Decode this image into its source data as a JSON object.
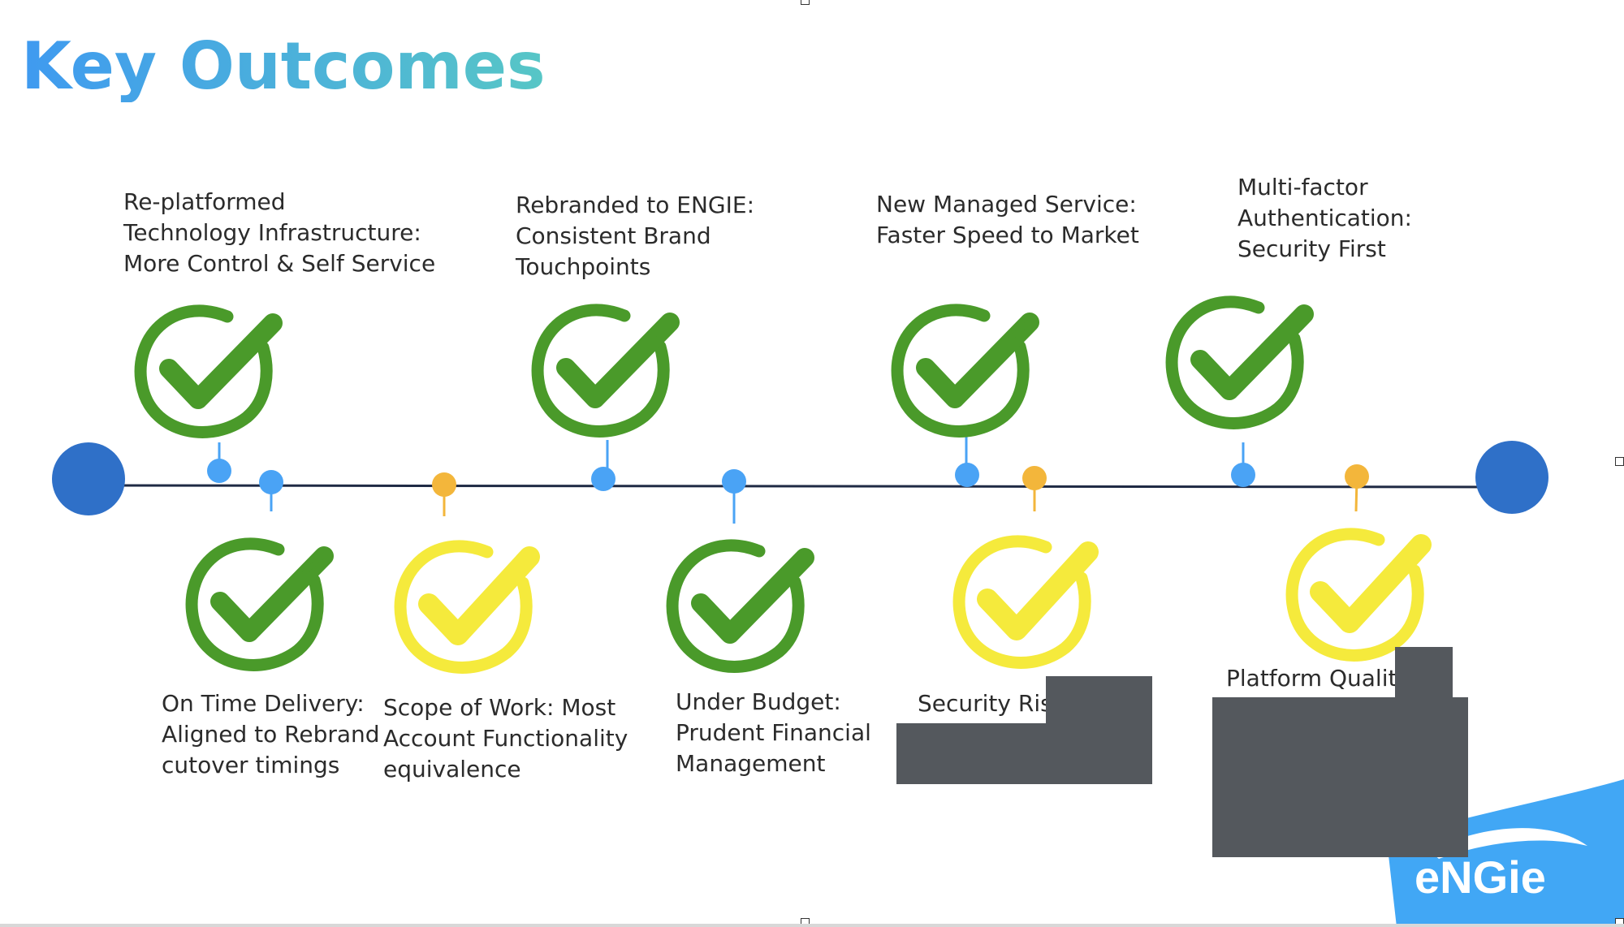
{
  "slide": {
    "title": "Key Outcomes"
  },
  "colors": {
    "green_check": "#4a9a2a",
    "yellow_check": "#f5ea3c",
    "endpoint_blue": "#2f70c8",
    "dot_blue": "#4aa3f5",
    "dot_orange": "#f3b63b",
    "line": "#1f2a44",
    "engie_blue": "#41a7f5"
  },
  "outcomes_top": [
    {
      "lines": [
        "Re-platformed",
        "Technology Infrastructure:",
        "More Control & Self Service"
      ],
      "status": "green"
    },
    {
      "lines": [
        "Rebranded to ENGIE:",
        "Consistent Brand",
        "Touchpoints"
      ],
      "status": "green"
    },
    {
      "lines": [
        "New Managed Service:",
        "Faster Speed to Market"
      ],
      "status": "green"
    },
    {
      "lines": [
        "Multi-factor",
        "Authentication:",
        "Security First"
      ],
      "status": "green"
    }
  ],
  "outcomes_bottom": [
    {
      "lines": [
        "On Time Delivery:",
        "Aligned to Rebrand",
        "cutover timings"
      ],
      "status": "green"
    },
    {
      "lines": [
        "Scope of Work: Most",
        "Account Functionality",
        "equivalence"
      ],
      "status": "yellow"
    },
    {
      "lines": [
        "Under Budget:",
        "Prudent Financial",
        "Management"
      ],
      "status": "green"
    },
    {
      "lines": [
        "Security Risk"
      ],
      "status": "yellow"
    },
    {
      "lines": [
        "Platform Quality:"
      ],
      "status": "yellow"
    }
  ],
  "logo": {
    "text": "eNGie"
  }
}
